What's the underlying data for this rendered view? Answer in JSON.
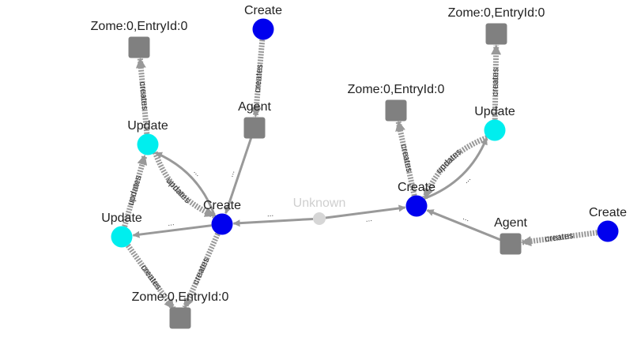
{
  "colors": {
    "create_node": "#0000ee",
    "update_node": "#00eeee",
    "entry_node": "#808080",
    "unknown_node": "#d6d6d6",
    "edge": "#999999",
    "text": "#222222",
    "muted_text": "#cfcfcf"
  },
  "nodes": {
    "create_top": {
      "kind": "create",
      "label": "Create"
    },
    "zome_top_left": {
      "kind": "entry",
      "label": "Zome:0,EntryId:0"
    },
    "agent_left": {
      "kind": "entry",
      "label": "Agent"
    },
    "update_upper": {
      "kind": "update",
      "label": "Update"
    },
    "create_left": {
      "kind": "create",
      "label": "Create"
    },
    "update_lower": {
      "kind": "update",
      "label": "Update"
    },
    "zome_bottom": {
      "kind": "entry",
      "label": "Zome:0,EntryId:0"
    },
    "unknown": {
      "kind": "unknown",
      "label": "Unknown"
    },
    "create_right": {
      "kind": "create",
      "label": "Create"
    },
    "zome_mid_right": {
      "kind": "entry",
      "label": "Zome:0,EntryId:0"
    },
    "zome_top_right": {
      "kind": "entry",
      "label": "Zome:0,EntryId:0"
    },
    "update_right": {
      "kind": "update",
      "label": "Update"
    },
    "agent_right": {
      "kind": "entry",
      "label": "Agent"
    },
    "create_far_right": {
      "kind": "create",
      "label": "Create"
    }
  },
  "edges": [
    {
      "from": "update_upper",
      "to": "zome_top_left",
      "style": "hatched",
      "label": "creates"
    },
    {
      "from": "create_top",
      "to": "agent_left",
      "style": "hatched",
      "label": "creates"
    },
    {
      "from": "agent_left",
      "to": "create_left",
      "style": "solid",
      "label": "..."
    },
    {
      "from": "update_upper",
      "to": "create_left",
      "style": "hatched",
      "label": "updates"
    },
    {
      "from": "create_left",
      "to": "update_upper",
      "style": "solid",
      "label": "..."
    },
    {
      "from": "update_lower",
      "to": "update_upper",
      "style": "hatched",
      "label": "updates"
    },
    {
      "from": "create_left",
      "to": "update_lower",
      "style": "solid",
      "label": "..."
    },
    {
      "from": "update_lower",
      "to": "zome_bottom",
      "style": "hatched",
      "label": "creates"
    },
    {
      "from": "create_left",
      "to": "zome_bottom",
      "style": "hatched",
      "label": "creates"
    },
    {
      "from": "unknown",
      "to": "create_left",
      "style": "solid",
      "label": "..."
    },
    {
      "from": "unknown",
      "to": "create_right",
      "style": "solid",
      "label": "..."
    },
    {
      "from": "create_right",
      "to": "zome_mid_right",
      "style": "hatched",
      "label": "creates"
    },
    {
      "from": "update_right",
      "to": "zome_top_right",
      "style": "hatched",
      "label": "creates"
    },
    {
      "from": "create_right",
      "to": "update_right",
      "style": "solid",
      "label": "..."
    },
    {
      "from": "update_right",
      "to": "create_right",
      "style": "hatched",
      "label": "updates"
    },
    {
      "from": "agent_right",
      "to": "create_right",
      "style": "solid",
      "label": "..."
    },
    {
      "from": "create_far_right",
      "to": "agent_right",
      "style": "hatched",
      "label": "creates"
    }
  ]
}
